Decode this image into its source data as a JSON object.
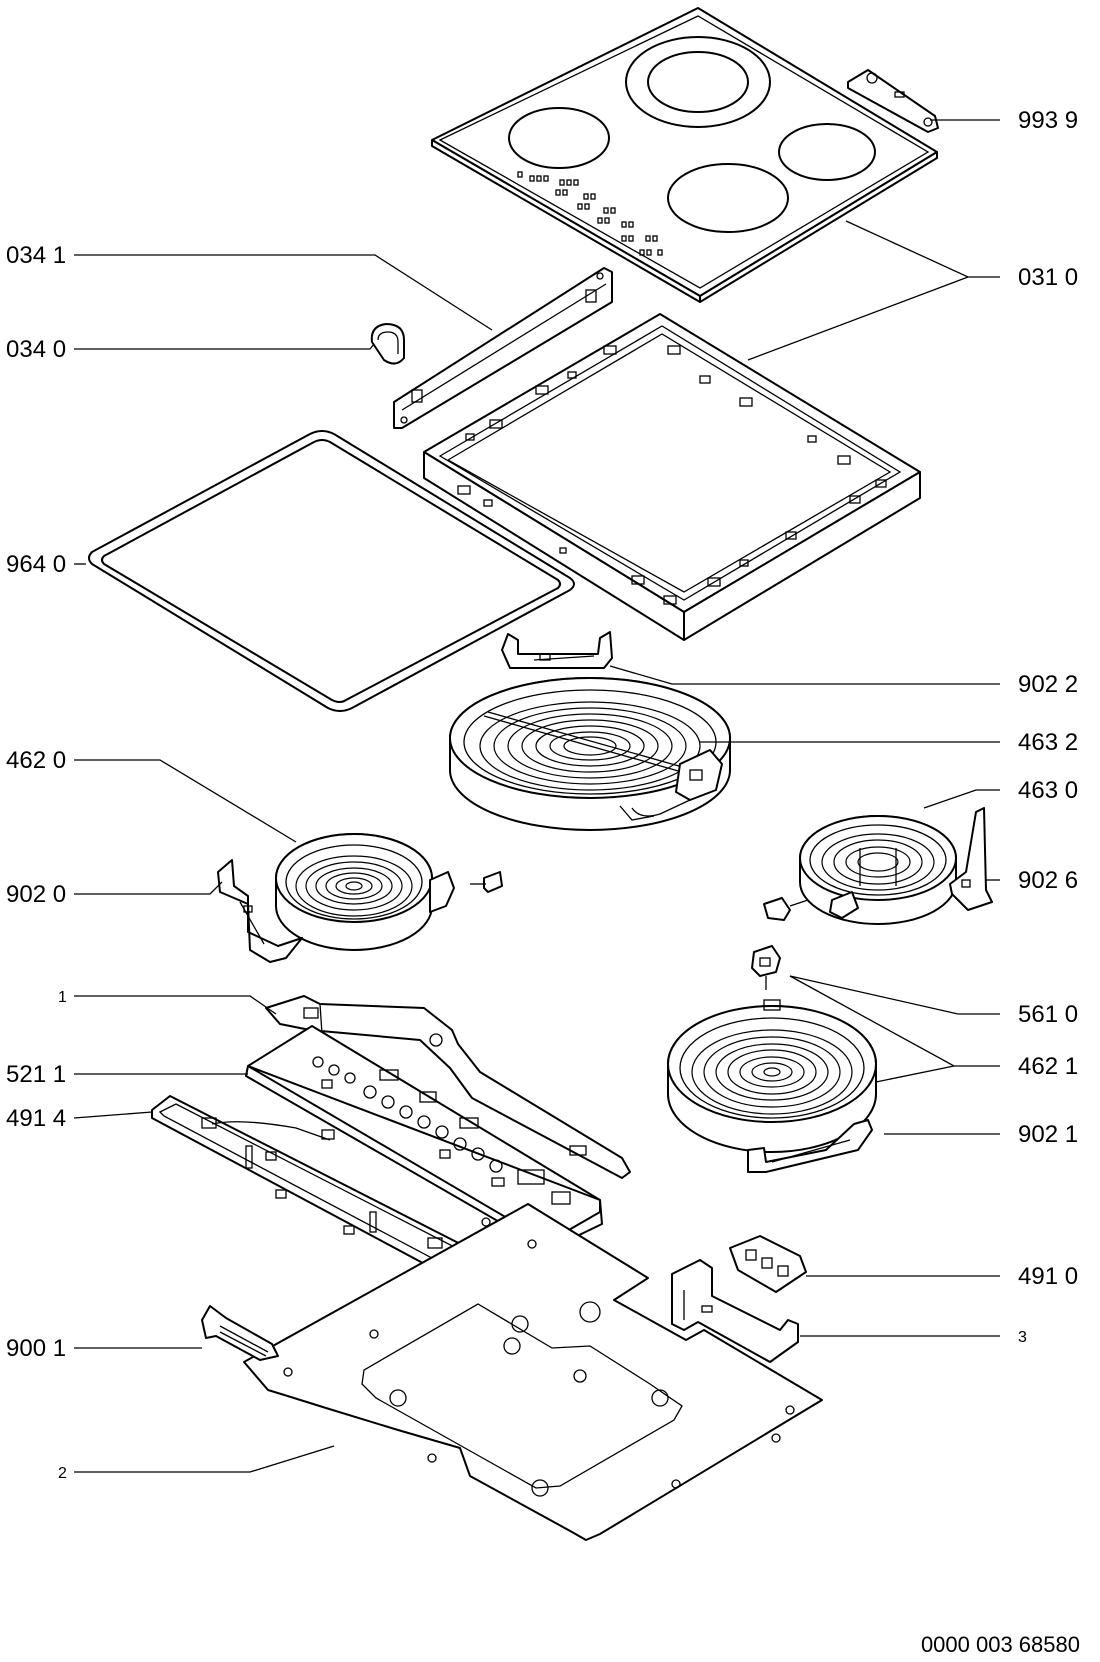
{
  "labels": {
    "p9939": "993 9",
    "p0341": "034 1",
    "p0310": "031 0",
    "p0340": "034 0",
    "p9640": "964 0",
    "p9022": "902 2",
    "p4632": "463 2",
    "p4620": "462 0",
    "p4630": "463 0",
    "p9020": "902 0",
    "p9026": "902 6",
    "p1": "1",
    "p5610": "561 0",
    "p5211": "521 1",
    "p4621": "462 1",
    "p4914": "491 4",
    "p9021": "902 1",
    "p4910": "491 0",
    "p3": "3",
    "p9001": "900 1",
    "p2": "2"
  },
  "document_id": "0000 003 68580"
}
